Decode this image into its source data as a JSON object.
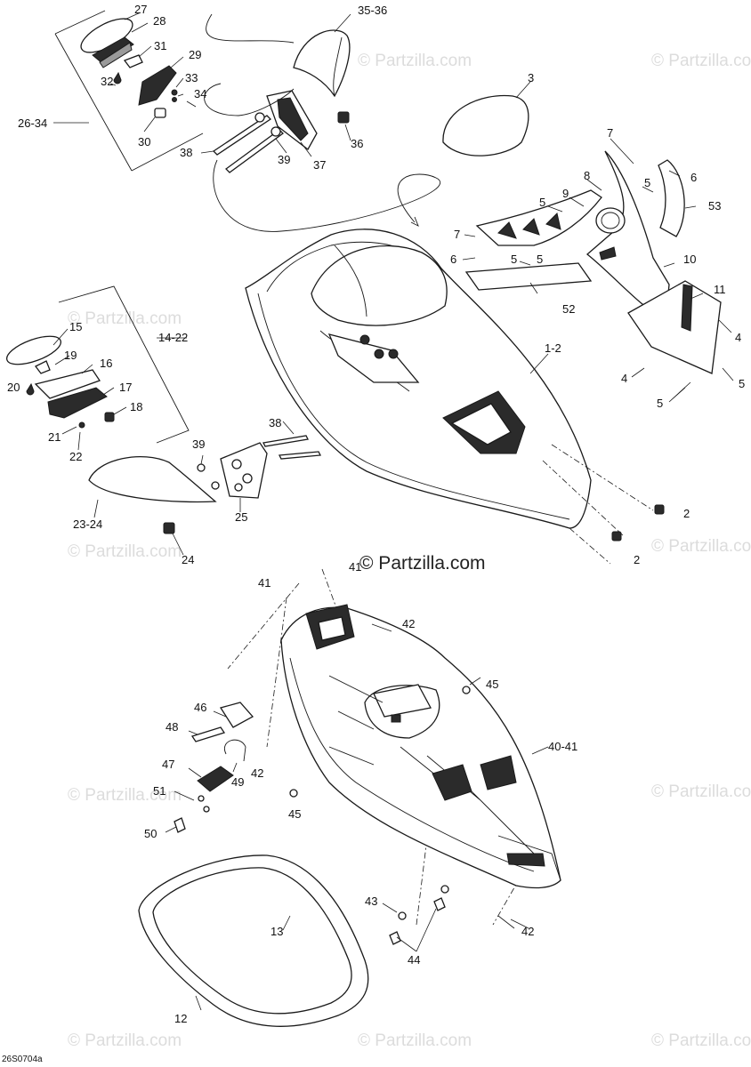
{
  "diagram": {
    "drawing_code": "26S0704a",
    "main_watermark": "© Partzilla.com",
    "watermark_text": "© Partzilla.com",
    "labels": {
      "l27": "27",
      "l28": "28",
      "l31": "31",
      "l32": "32",
      "l29": "29",
      "l33": "33",
      "l34": "34",
      "l26_34": "26-34",
      "l30": "30",
      "l35_36": "35-36",
      "l36": "36",
      "l38a": "38",
      "l39a": "39",
      "l37": "37",
      "l3": "3",
      "l7a": "7",
      "l8": "8",
      "l9": "9",
      "l5a": "5",
      "l5b": "5",
      "l6a": "6",
      "l53": "53",
      "l7b": "7",
      "l6b": "6",
      "l5c": "5",
      "l5d": "5",
      "l52": "52",
      "l10": "10",
      "l11": "11",
      "l4a": "4",
      "l4b": "4",
      "l5e": "5",
      "l5f": "5",
      "l1_2": "1-2",
      "l15": "15",
      "l14_22": "14-22",
      "l19": "19",
      "l16": "16",
      "l20": "20",
      "l17": "17",
      "l18": "18",
      "l21": "21",
      "l22": "22",
      "l38b": "38",
      "l39b": "39",
      "l25": "25",
      "l23_24": "23-24",
      "l24": "24",
      "l2a": "2",
      "l2b": "2",
      "l41a": "41",
      "l41b": "41",
      "l42a": "42",
      "l45a": "45",
      "l46": "46",
      "l48": "48",
      "l47": "47",
      "l49": "49",
      "l42b": "42",
      "l40_41": "40-41",
      "l51": "51",
      "l45b": "45",
      "l50": "50",
      "l43": "43",
      "l13": "13",
      "l42c": "42",
      "l44": "44",
      "l12": "12"
    }
  }
}
